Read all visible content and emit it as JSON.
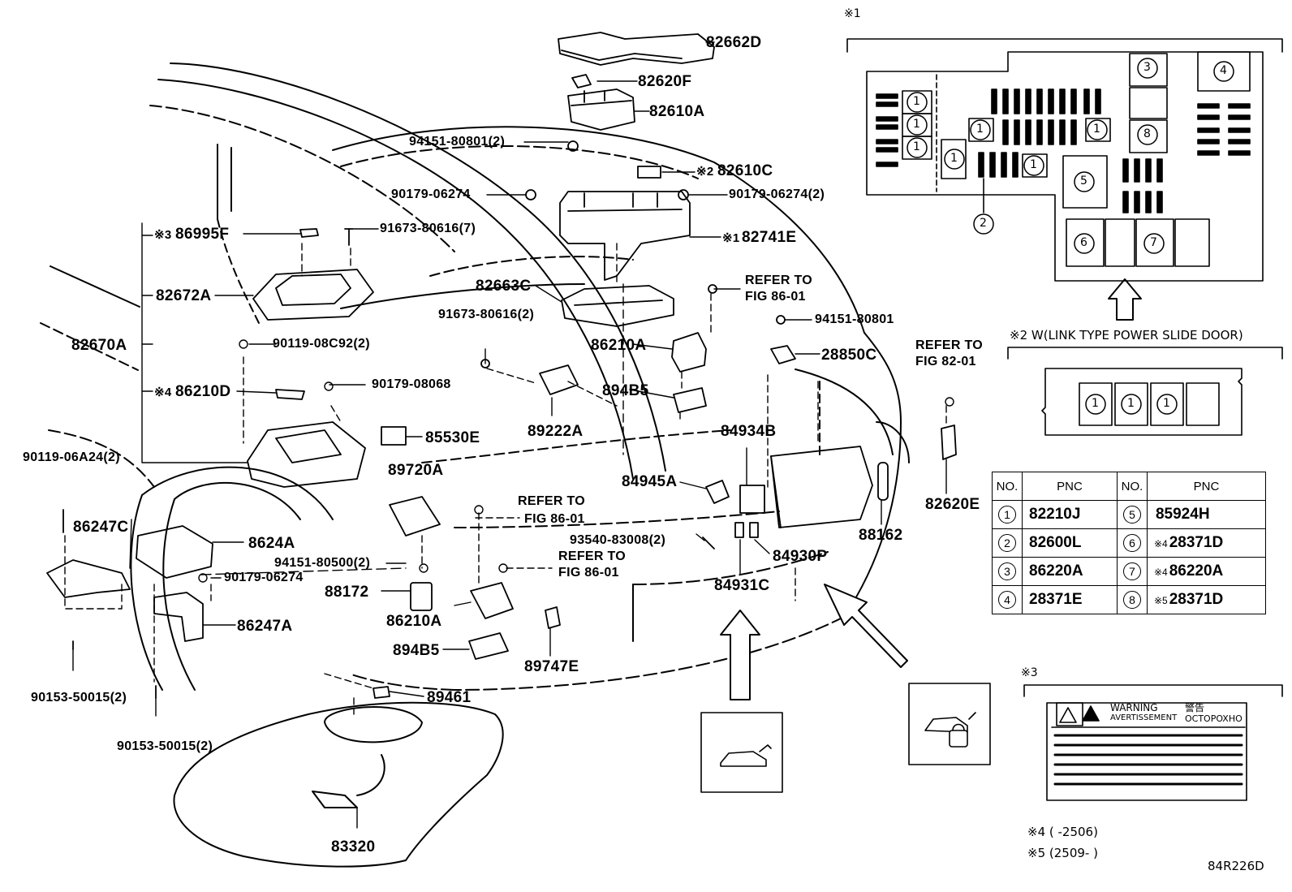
{
  "labels": {
    "p82662D": "82662D",
    "p82620F": "82620F",
    "p82610A": "82610A",
    "p94151_2": "94151-80801(2)",
    "p82610C": "82610C",
    "m82610C": "※2",
    "p90179_06274a": "90179-06274",
    "p90179_06274_2": "90179-06274(2)",
    "p86995F": "86995F",
    "m86995F": "※3",
    "p91673_7": "91673-80616(7)",
    "p82741E": "82741E",
    "m82741E": "※1",
    "p82672A": "82672A",
    "p82663C": "82663C",
    "refer1a": "REFER TO",
    "refer1b": "FIG 86-01",
    "p91673_2": "91673-80616(2)",
    "p94151": "94151-80801",
    "p82670A": "82670A",
    "p90119_08C92": "90119-08C92(2)",
    "p86210A_top": "86210A",
    "p28850C": "28850C",
    "refer2a": "REFER TO",
    "refer2b": "FIG 82-01",
    "p86210D": "86210D",
    "m86210D": "※4",
    "p90179_08068": "90179-08068",
    "p894B5_top": "894B5",
    "p89222A": "89222A",
    "p85530E": "85530E",
    "p84934B": "84934B",
    "p90119_06A24": "90119-06A24(2)",
    "p89720A": "89720A",
    "p84945A": "84945A",
    "refer3a": "REFER TO",
    "refer3b": "FIG 86-01",
    "p86247C": "86247C",
    "p8624A": "8624A",
    "p93540": "93540-83008(2)",
    "p84930P": "84930P",
    "p88162": "88162",
    "p82620E": "82620E",
    "refer4a": "REFER TO",
    "refer4b": "FIG 86-01",
    "p94151_80500": "94151-80500(2)",
    "p90179_06274b": "90179-06274",
    "p84931C": "84931C",
    "p88172": "88172",
    "p86210A_bot": "86210A",
    "p86247A": "86247A",
    "p894B5_bot": "894B5",
    "p89747E": "89747E",
    "p90153_a": "90153-50015(2)",
    "p89461": "89461",
    "p90153_b": "90153-50015(2)",
    "p83320": "83320"
  },
  "panels": {
    "box1_title": "※1",
    "box2_title": "※2 W(LINK TYPE POWER SLIDE DOOR)",
    "box3_title": "※3",
    "warning_text": "WARNING",
    "warning_jp": "警告",
    "avertissement": "AVERTISSEMENT",
    "octopoxho": "OCTOPOXHO"
  },
  "fuse_numbers": {
    "n1": "1",
    "n2": "2",
    "n3": "3",
    "n4": "4",
    "n5": "5",
    "n6": "6",
    "n7": "7",
    "n8": "8"
  },
  "table": {
    "headers": [
      "NO.",
      "PNC",
      "NO.",
      "PNC"
    ],
    "rows": [
      {
        "n1": "1",
        "v1": "82210J",
        "n2": "5",
        "v2": "85924H",
        "m2": ""
      },
      {
        "n1": "2",
        "v1": "82600L",
        "n2": "6",
        "v2": "28371D",
        "m2": "※4"
      },
      {
        "n1": "3",
        "v1": "86220A",
        "n2": "7",
        "v2": "86220A",
        "m2": "※4"
      },
      {
        "n1": "4",
        "v1": "28371E",
        "n2": "8",
        "v2": "28371D",
        "m2": "※5"
      }
    ]
  },
  "footnotes": {
    "f4": "※4 (      -2506)",
    "f5": "※5 (2509-      )"
  },
  "figure_id": "84R226D"
}
